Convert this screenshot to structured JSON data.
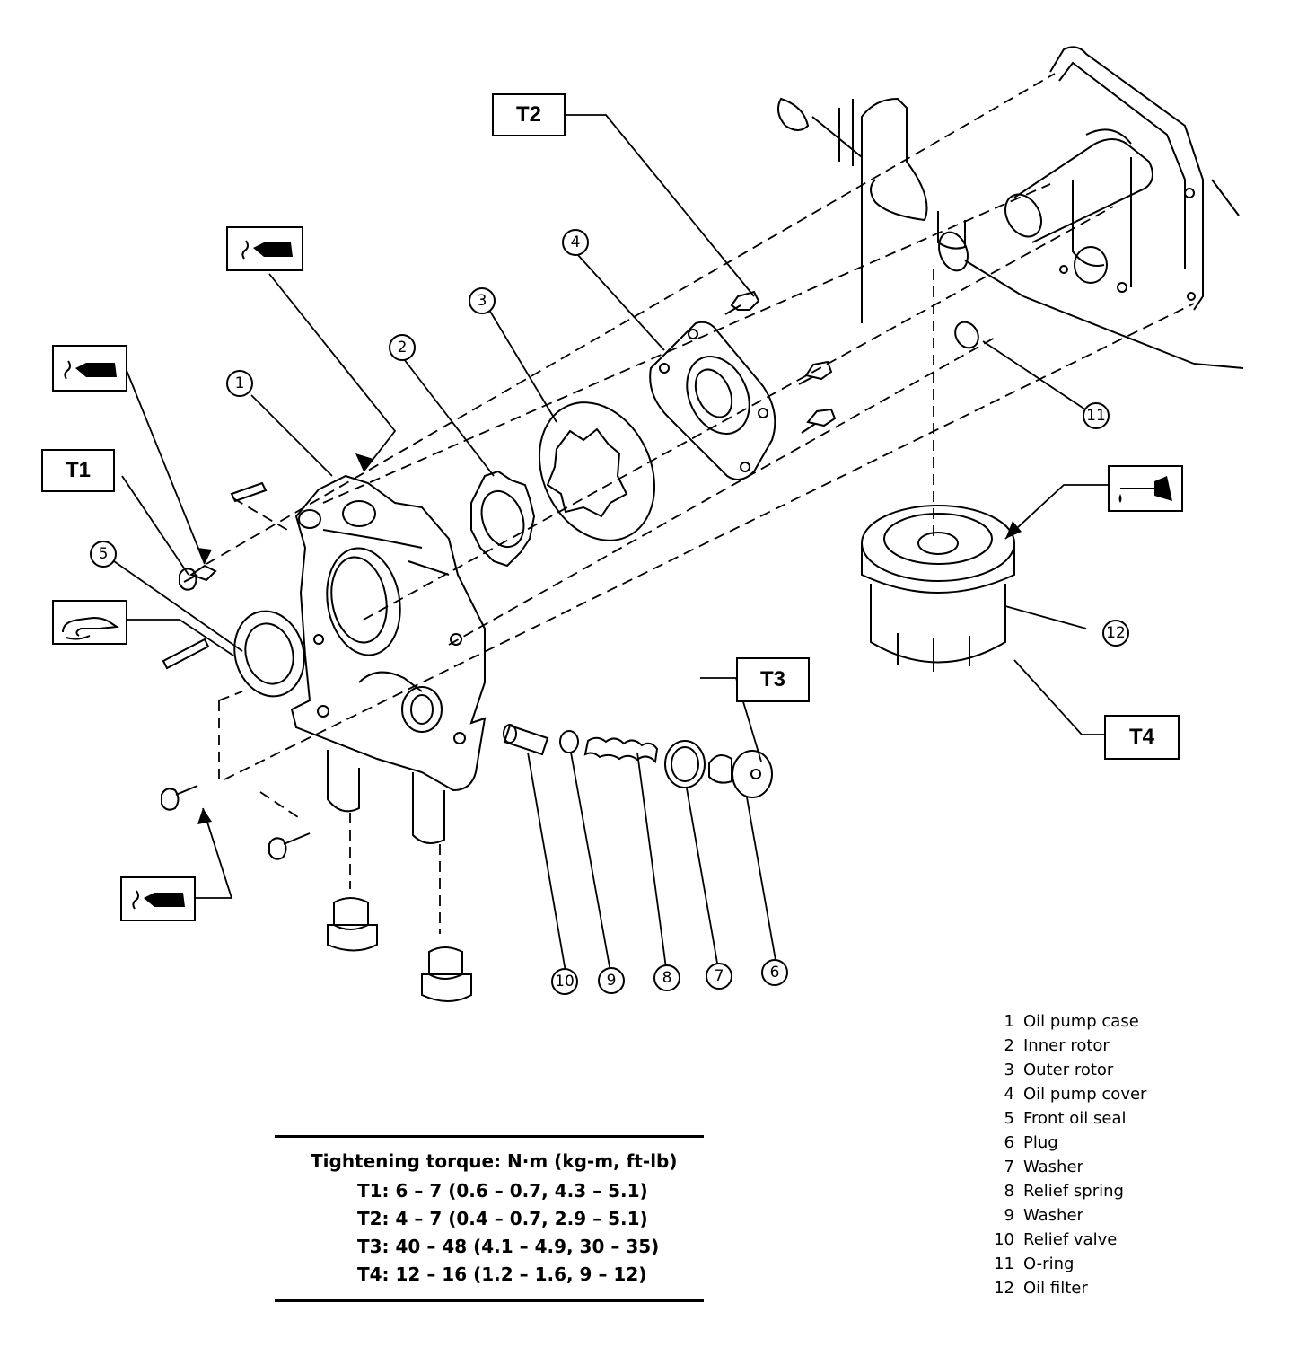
{
  "torque_labels": {
    "t1": "T1",
    "t2": "T2",
    "t3": "T3",
    "t4": "T4"
  },
  "callouts": [
    "1",
    "2",
    "3",
    "4",
    "5",
    "6",
    "7",
    "8",
    "9",
    "10",
    "11",
    "12"
  ],
  "symbols": {
    "sealant": "sealant-icon",
    "grease": "grease-icon",
    "oil": "engine-oil-icon"
  },
  "torque_table": {
    "heading": "Tightening torque:  N·m (kg-m, ft-lb)",
    "rows": [
      "T1:  6 – 7 (0.6 – 0.7, 4.3 – 5.1)",
      "T2:  4 – 7 (0.4 – 0.7, 2.9 – 5.1)",
      "T3:  40 – 48 (4.1 – 4.9, 30 – 35)",
      "T4:  12 – 16 (1.2 – 1.6, 9 – 12)"
    ]
  },
  "legend": [
    {
      "num": "1",
      "text": "Oil pump case"
    },
    {
      "num": "2",
      "text": "Inner rotor"
    },
    {
      "num": "3",
      "text": "Outer rotor"
    },
    {
      "num": "4",
      "text": "Oil pump cover"
    },
    {
      "num": "5",
      "text": "Front oil seal"
    },
    {
      "num": "6",
      "text": "Plug"
    },
    {
      "num": "7",
      "text": "Washer"
    },
    {
      "num": "8",
      "text": "Relief spring"
    },
    {
      "num": "9",
      "text": "Washer"
    },
    {
      "num": "10",
      "text": "Relief valve"
    },
    {
      "num": "11",
      "text": "O-ring"
    },
    {
      "num": "12",
      "text": "Oil filter"
    }
  ]
}
